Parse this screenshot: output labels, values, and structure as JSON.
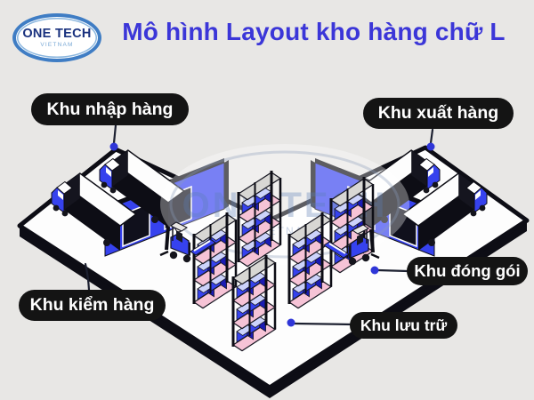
{
  "background_color": "#e8e7e5",
  "logo": {
    "name": "ONE TECH",
    "region": "VIETNAM",
    "ring_color": "#3f7dc4",
    "text_color": "#19317e"
  },
  "title": {
    "text": "Mô hình Layout kho hàng chữ L",
    "color": "#3b36d8"
  },
  "diagram": {
    "type": "isometric-warehouse-layout",
    "watermark": {
      "line1": "ONE TECH",
      "line2": "VIETNAM"
    },
    "zones": [
      {
        "id": "receiving",
        "label": "Khu nhập hàng"
      },
      {
        "id": "shipping",
        "label": "Khu xuất hàng"
      },
      {
        "id": "inspection",
        "label": "Khu kiểm hàng"
      },
      {
        "id": "packing",
        "label": "Khu đóng gói"
      },
      {
        "id": "storage",
        "label": "Khu lưu trữ"
      }
    ],
    "colors": {
      "wall_blue": "#3642ee",
      "box_side_blue": "#1b1bb4",
      "box_top_blue": "#ccd3fb",
      "floor_white": "#fdfdfd",
      "outline_black": "#0d0d15",
      "shelf_pink": "#f6c3d6",
      "shelf_top_gray": "#d8d7d4",
      "label_pill_black": "#141414",
      "connector_dot_blue": "#2f36d8",
      "watermark_blue": "#9db1d3"
    }
  }
}
